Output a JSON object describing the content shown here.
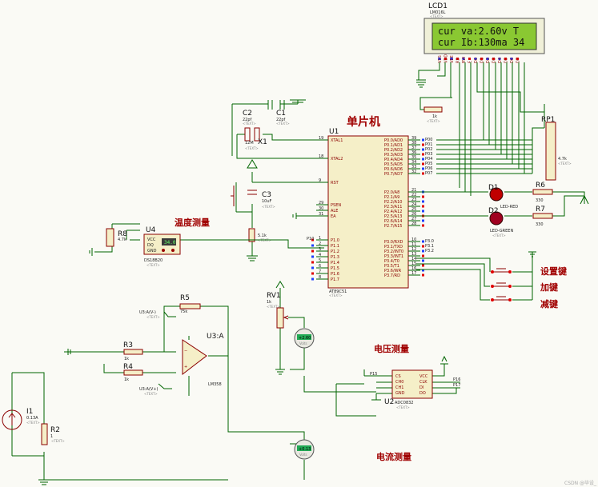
{
  "lcd": {
    "ref": "LCD1",
    "model": "LM016L",
    "line1": "cur va:2.60v  T",
    "line2": "cur Ib:130ma  34",
    "pins": [
      "VSS",
      "VDD",
      "VEE",
      "RS",
      "RW",
      "E",
      "D0",
      "D1",
      "D2",
      "D3",
      "D4",
      "D5",
      "D6",
      "D7"
    ]
  },
  "mcu": {
    "ref": "U1",
    "title": "单片机",
    "model": "AT89C51",
    "left_pins": [
      "XTAL1",
      "XTAL2",
      "RST",
      "PSEN",
      "ALE",
      "EA",
      "P1.0",
      "P1.1",
      "P1.2",
      "P1.3",
      "P1.4",
      "P1.5",
      "P1.6",
      "P1.7"
    ],
    "left_nums": [
      "19",
      "18",
      "9",
      "29",
      "30",
      "31",
      "1",
      "2",
      "3",
      "4",
      "5",
      "6",
      "7",
      "8"
    ],
    "right_p0": [
      "P0.0/AD0",
      "P0.1/AD1",
      "P0.2/AD2",
      "P0.3/AD3",
      "P0.4/AD4",
      "P0.5/AD5",
      "P0.6/AD6",
      "P0.7/AD7"
    ],
    "right_p2": [
      "P2.0/A8",
      "P2.1/A9",
      "P2.2/A10",
      "P2.3/A11",
      "P2.4/A12",
      "P2.5/A13",
      "P2.6/A14",
      "P2.7/A15"
    ],
    "right_p3": [
      "P3.0/RXD",
      "P3.1/TXD",
      "P3.2/INT0",
      "P3.3/INT1",
      "P3.4/T0",
      "P3.5/T1",
      "P3.6/WR",
      "P3.7/RD"
    ],
    "p0_nums": [
      "39",
      "38",
      "37",
      "36",
      "35",
      "34",
      "33",
      "32"
    ],
    "p2_nums": [
      "21",
      "22",
      "23",
      "24",
      "25",
      "26",
      "27",
      "28"
    ],
    "p3_nums": [
      "10",
      "11",
      "12",
      "13",
      "14",
      "15",
      "16",
      "17"
    ]
  },
  "net_labels": {
    "p0": [
      "P00",
      "P01",
      "P02",
      "P03",
      "P04",
      "P05",
      "P06",
      "P07"
    ],
    "p3": [
      "P3.0",
      "P3.1",
      "P3.2"
    ],
    "p15": "P15",
    "p16": "P16",
    "p17": "P17",
    "p10": "P10"
  },
  "parts": {
    "c1": {
      "ref": "C1",
      "val": "22pf"
    },
    "c2": {
      "ref": "C2",
      "val": "22pf"
    },
    "x1": {
      "ref": "X1",
      "val": "12M"
    },
    "c3": {
      "ref": "C3",
      "val": "10uF"
    },
    "rst_r": {
      "val": "5.1k"
    },
    "r1k": {
      "val": "1k"
    },
    "rp1": {
      "ref": "RP1",
      "val": "4.7k"
    },
    "d1": {
      "ref": "D1",
      "val": "LED-RED"
    },
    "d2": {
      "ref": "D2",
      "val": "LED-GREEN"
    },
    "r6": {
      "ref": "R6",
      "val": "330"
    },
    "r7": {
      "ref": "R7",
      "val": "330"
    },
    "r8": {
      "ref": "R8",
      "val": "4.7k"
    },
    "u4": {
      "ref": "U4",
      "model": "DS18B20",
      "pins": [
        "VCC",
        "DQ",
        "GND"
      ],
      "reading": "34.0"
    },
    "r5": {
      "ref": "R5",
      "val": "75k"
    },
    "r3": {
      "ref": "R3",
      "val": "1k"
    },
    "r4": {
      "ref": "R4",
      "val": "1k"
    },
    "u3": {
      "ref": "U3:A",
      "model": "LM358"
    },
    "i1": {
      "ref": "I1",
      "val": "0.13A"
    },
    "r2": {
      "ref": "R2",
      "val": "1"
    },
    "rv1": {
      "ref": "RV1",
      "val": "1k"
    },
    "u2": {
      "ref": "U2",
      "model": "ADC0832",
      "left": [
        "CS",
        "CH0",
        "CH1",
        "GND"
      ],
      "right": [
        "VCC",
        "CLK",
        "DI",
        "DO"
      ]
    },
    "vm1": {
      "reading": "+2.60",
      "unit": "Volts"
    },
    "vm2": {
      "reading": "+0.13",
      "unit": "Volts"
    },
    "u3_labels": [
      "U3:A(V+)",
      "U3:A(V-)"
    ]
  },
  "labels": {
    "temp": "温度测量",
    "volt": "电压测量",
    "curr": "电流测量",
    "set": "设置键",
    "add": "加键",
    "sub": "减键",
    "text_tag": "<TEXT>"
  },
  "watermark": "CSDN @毕设_"
}
